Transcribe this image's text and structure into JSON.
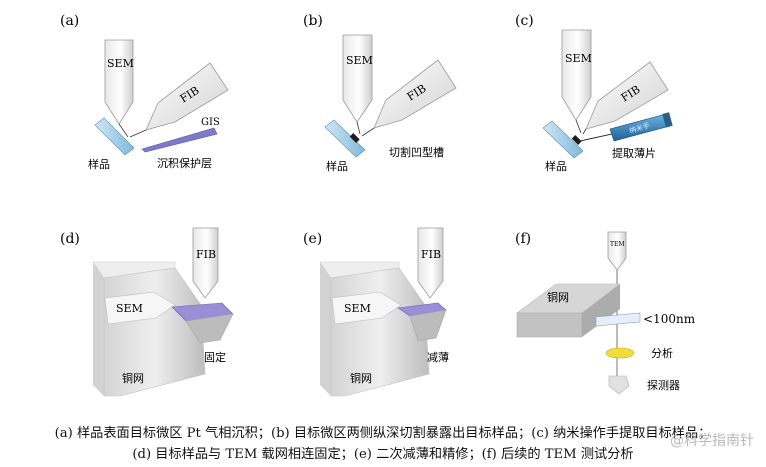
{
  "panels": {
    "a": {
      "letter": "(a)",
      "sem": "SEM",
      "fib": "FIB",
      "gis": "GIS",
      "sample": "样品",
      "note": "沉积保护层"
    },
    "b": {
      "letter": "(b)",
      "sem": "SEM",
      "fib": "FIB",
      "sample": "样品",
      "note": "切割凹型槽"
    },
    "c": {
      "letter": "(c)",
      "sem": "SEM",
      "fib": "FIB",
      "sample": "样品",
      "note": "提取薄片",
      "manip": "纳米手"
    },
    "d": {
      "letter": "(d)",
      "sem": "SEM",
      "fib": "FIB",
      "grid": "铜网",
      "note": "固定"
    },
    "e": {
      "letter": "(e)",
      "sem": "SEM",
      "fib": "FIB",
      "grid": "铜网",
      "note": "减薄"
    },
    "f": {
      "letter": "(f)",
      "tem": "TEM",
      "grid": "铜网",
      "thickness": "<100nm",
      "analysis": "分析",
      "detector": "探测器"
    }
  },
  "caption": {
    "line1": "(a) 样品表面目标微区 Pt 气相沉积；(b) 目标微区两侧纵深切割暴露出目标样品；(c) 纳米操作手提取目标样品；",
    "line2": "(d) 目标样品与 TEM 载网相连固定；(e) 二次减薄和精修；(f) 后续的 TEM 测试分析"
  },
  "watermark": "@科学指南针",
  "colors": {
    "probe": "#2d7fc2",
    "gis": "#7d7bc8",
    "lamella": "#9a8fd6",
    "disk": "#f1dc3c"
  }
}
